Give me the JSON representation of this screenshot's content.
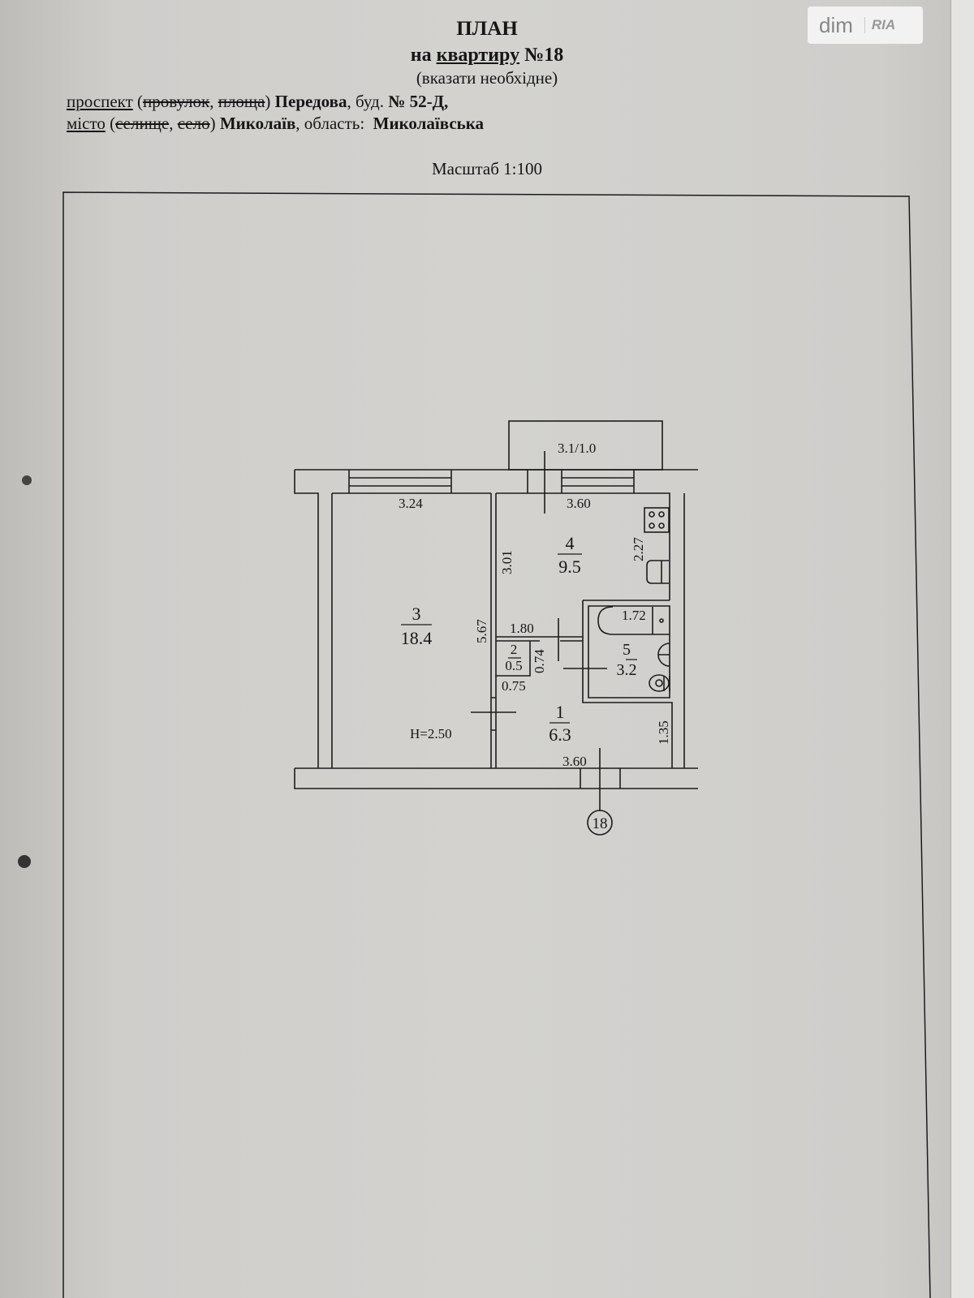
{
  "header": {
    "title": "ПЛАН",
    "subtitle_prefix": "на",
    "subtitle_underlined": "квартиру",
    "subtitle_number": "№18",
    "note": "(вказати необхідне)",
    "address_line1": {
      "type_selected": "проспект",
      "open": "(",
      "struck1": "провулок",
      "sep": ", ",
      "struck2": "площа",
      "close": ")",
      "street": "Передова",
      "building_label": ", буд.",
      "building_number": "№ 52-Д,"
    },
    "address_line2": {
      "type_selected": "місто",
      "open": "(",
      "struck1": "селище",
      "sep": ", ",
      "struck2": "село",
      "close": ")",
      "city": "Миколаїв",
      "region_label": ", область:",
      "region": "Миколаївська"
    },
    "scale": "Масштаб 1:100"
  },
  "watermark": {
    "brand1": "dim",
    "brand2": "RIA"
  },
  "plan": {
    "balcony": "3.1/1.0",
    "rooms": [
      {
        "number": "3",
        "area": "18.4"
      },
      {
        "number": "4",
        "area": "9.5"
      },
      {
        "number": "2",
        "area": "0.5"
      },
      {
        "number": "5",
        "area": "3.2"
      },
      {
        "number": "1",
        "area": "6.3"
      }
    ],
    "dimensions": {
      "d324": "3.24",
      "d360top": "3.60",
      "d301": "3.01",
      "d227": "2.27",
      "d567": "5.67",
      "d180": "1.80",
      "d172": "1.72",
      "d074": "0.74",
      "d075": "0.75",
      "d135": "1.35",
      "d360bot": "3.60"
    },
    "height": "H=2.50",
    "apartment_marker": "18"
  }
}
